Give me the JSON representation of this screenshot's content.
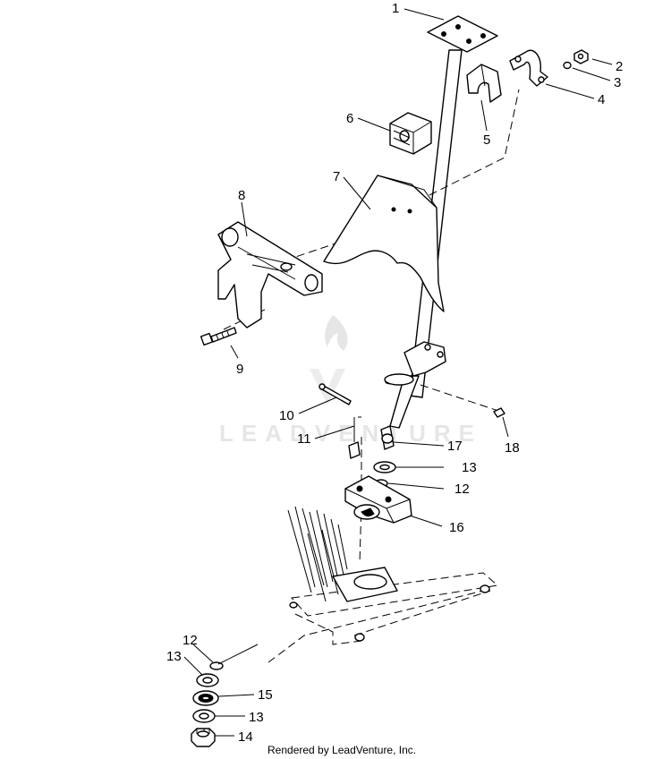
{
  "callouts": [
    {
      "id": "1",
      "text": "1"
    },
    {
      "id": "2",
      "text": "2"
    },
    {
      "id": "3",
      "text": "3"
    },
    {
      "id": "4",
      "text": "4"
    },
    {
      "id": "5",
      "text": "5"
    },
    {
      "id": "6",
      "text": "6"
    },
    {
      "id": "7",
      "text": "7"
    },
    {
      "id": "8",
      "text": "8"
    },
    {
      "id": "9",
      "text": "9"
    },
    {
      "id": "10",
      "text": "10"
    },
    {
      "id": "11",
      "text": "11"
    },
    {
      "id": "12a",
      "text": "12"
    },
    {
      "id": "12b",
      "text": "12"
    },
    {
      "id": "13a",
      "text": "13"
    },
    {
      "id": "13b",
      "text": "13"
    },
    {
      "id": "13c",
      "text": "13"
    },
    {
      "id": "14",
      "text": "14"
    },
    {
      "id": "15",
      "text": "15"
    },
    {
      "id": "16",
      "text": "16"
    },
    {
      "id": "17",
      "text": "17"
    },
    {
      "id": "18",
      "text": "18"
    }
  ],
  "watermark": "LEADVENTURE",
  "footer": "Rendered by LeadVenture, Inc."
}
